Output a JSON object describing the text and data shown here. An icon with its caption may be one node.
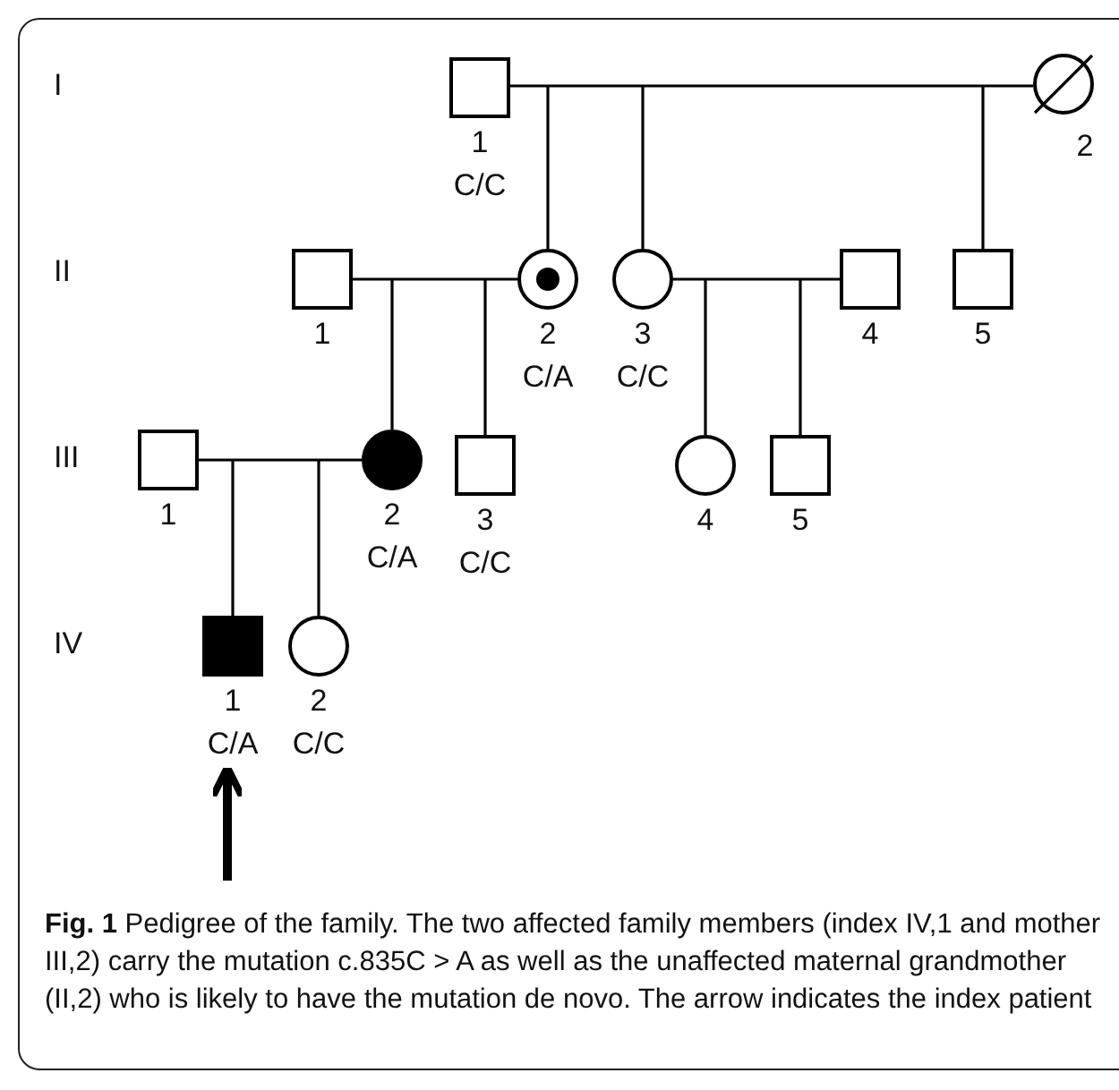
{
  "diagram": {
    "caption": "**Fig. 1** Pedigree of the family. The two affected family members (index IV,1 and mother III,2) carry the mutation c.835C > A as well as the unaffected maternal grandmother (II,2) who is likely to have the mutation de novo. The arrow indicates the index patient",
    "nodes": [
      {
        "text": [],
        "shape": "box",
        "beside": [
          "1",
          "C/C"
        ]
      },
      {
        "text": [],
        "shape": "crossed-circle",
        "beside": [
          "2"
        ]
      },
      {
        "text": [],
        "shape": "box",
        "beside": [
          "1"
        ]
      },
      {
        "text": [],
        "shape": "dotted-circle",
        "beside": [
          "2",
          "C/A"
        ]
      },
      {
        "text": [],
        "shape": "circle",
        "beside": [
          "3",
          "C/C"
        ]
      },
      {
        "text": [],
        "shape": "box",
        "beside": [
          "4"
        ]
      },
      {
        "text": [],
        "shape": "box",
        "beside": [
          "5"
        ]
      },
      {
        "text": [],
        "shape": "box",
        "beside": [
          "1"
        ]
      },
      {
        "text": [],
        "shape": "filled-circle",
        "beside": [
          "2",
          "C/A"
        ]
      },
      {
        "text": [],
        "shape": "box",
        "beside": [
          "3",
          "C/C"
        ]
      },
      {
        "text": [],
        "shape": "circle",
        "beside": [
          "4"
        ]
      },
      {
        "text": [],
        "shape": "box",
        "beside": [
          "5"
        ]
      },
      {
        "text": [],
        "shape": "filled-box",
        "beside": [
          "1",
          "C/A"
        ]
      },
      {
        "text": [],
        "shape": "circle",
        "beside": [
          "2",
          "C/C"
        ]
      }
    ],
    "edges": [
      {
        "from": 0,
        "to": 1,
        "arrow": "none"
      },
      {
        "from": null,
        "to": 3,
        "arrow": "none"
      },
      {
        "from": null,
        "to": 4,
        "arrow": "none"
      },
      {
        "from": null,
        "to": 6,
        "arrow": "none"
      },
      {
        "from": 2,
        "to": 3,
        "arrow": "none"
      },
      {
        "from": null,
        "to": 8,
        "arrow": "none"
      },
      {
        "from": null,
        "to": 9,
        "arrow": "none"
      },
      {
        "from": 4,
        "to": 5,
        "arrow": "none"
      },
      {
        "from": null,
        "to": 10,
        "arrow": "none"
      },
      {
        "from": null,
        "to": 11,
        "arrow": "none"
      },
      {
        "from": 7,
        "to": 8,
        "arrow": "none"
      },
      {
        "from": null,
        "to": 12,
        "arrow": "none"
      },
      {
        "from": null,
        "to": 13,
        "arrow": "none"
      },
      {
        "from": null,
        "to": 12,
        "arrow": "to",
        "style": "thick"
      }
    ],
    "labels": [
      "I",
      "II",
      "III",
      "IV"
    ]
  }
}
